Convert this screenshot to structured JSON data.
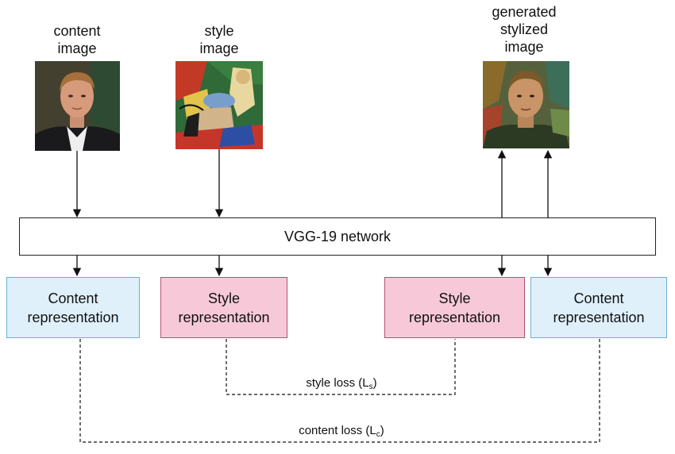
{
  "labels": {
    "content_image": "content\nimage",
    "style_image": "style\nimage",
    "generated_image": "generated\nstylized\nimage"
  },
  "network": {
    "label": "VGG-19 network"
  },
  "boxes": {
    "content_left": "Content\nrepresentation",
    "style_left": "Style\nrepresentation",
    "style_right": "Style\nrepresentation",
    "content_right": "Content\nrepresentation"
  },
  "losses": {
    "style_loss": "style loss (L",
    "style_sub": "s",
    "content_loss": "content loss (L",
    "content_sub": "c"
  },
  "colors": {
    "content_fill": "#dff0fb",
    "content_border": "#6aaed6",
    "style_fill": "#f7c9d8",
    "style_border": "#b5506f"
  }
}
